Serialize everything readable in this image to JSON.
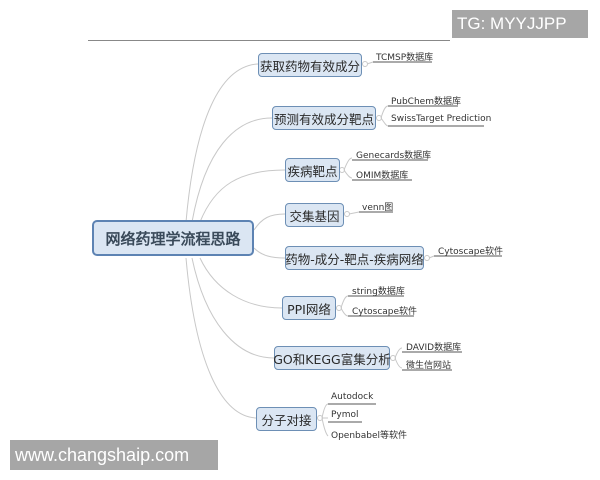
{
  "watermarks": {
    "top_right": "TG: MYYJJPP",
    "bottom_left": "www.changshaip.com"
  },
  "mindmap": {
    "root": "网络药理学流程思路",
    "branches": [
      {
        "label": "获取药物有效成分",
        "children": [
          "TCMSP数据库"
        ]
      },
      {
        "label": "预测有效成分靶点",
        "children": [
          "PubChem数据库",
          "SwissTarget Prediction"
        ]
      },
      {
        "label": "疾病靶点",
        "children": [
          "Genecards数据库",
          "OMIM数据库"
        ]
      },
      {
        "label": "交集基因",
        "children": [
          "venn图"
        ]
      },
      {
        "label": "药物-成分-靶点-疾病网络",
        "children": [
          "Cytoscape软件"
        ]
      },
      {
        "label": "PPI网络",
        "children": [
          "string数据库",
          "Cytoscape软件"
        ]
      },
      {
        "label": "GO和KEGG富集分析",
        "children": [
          "DAVID数据库",
          "微生信网站"
        ]
      },
      {
        "label": "分子对接",
        "children": [
          "Autodock",
          "Pymol",
          "Openbabel等软件"
        ]
      }
    ]
  },
  "colors": {
    "node_fill": "#dbe6f3",
    "node_border": "#6d8fb5",
    "link": "#c8c8c8",
    "leaf_underline": "#555555",
    "watermark_bg": "#a6a6a6"
  }
}
